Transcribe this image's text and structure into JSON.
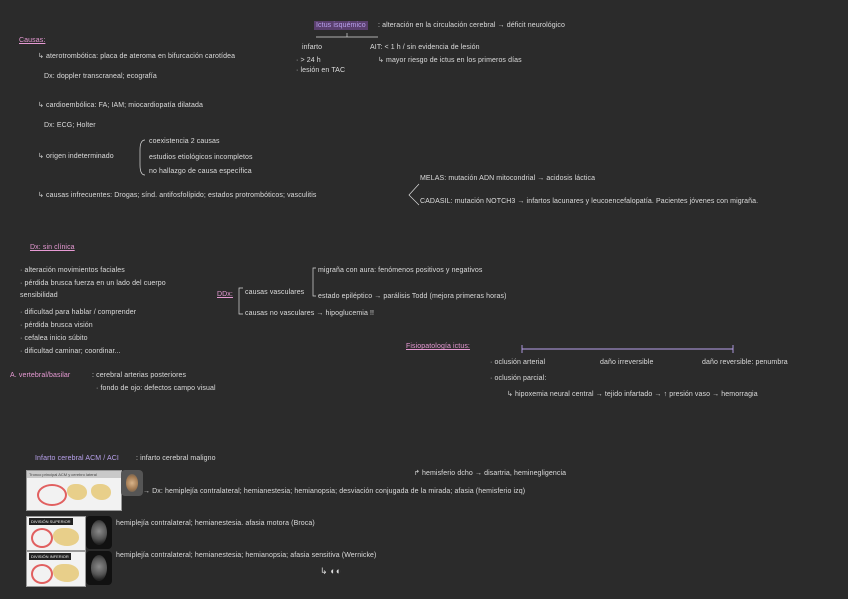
{
  "top_header": {
    "label": "Ictus isquémico",
    "text": ": alteración en la circulación cerebral → déficit neurológico",
    "branch_left_title": "infarto",
    "branch_left_1": "· > 24 h",
    "branch_left_2": "· lesión en TAC",
    "branch_right_title": "AIT: < 1 h / sin evidencia de lesión",
    "branch_right_1": "↳ mayor riesgo de ictus en los primeros días"
  },
  "causas": {
    "title": "Causas:",
    "c1": "↳ aterotrombótica: placa de ateroma en bifurcación carotídea",
    "c1_dx": "Dx: doppler transcraneal; ecografía",
    "c2": "↳ cardioembólica: FA; IAM; miocardiopatía dilatada",
    "c2_dx": "Dx: ECG; Holter",
    "c3": "↳ origen indeterminado",
    "c3_items": [
      "coexistencia 2 causas",
      "estudios etiológicos incompletos",
      "no hallazgo de causa específica"
    ],
    "c4": "↳ causas infrecuentes: Drogas; sínd. antifosfolípido; estados protrombóticos; vasculitis",
    "cadasil_1": "CADASIL: mutación NOTCH3 → infartos lacunares y leucoencefalopatía. Pacientes jóvenes con migraña.",
    "melas": "MELAS: mutación ADN mitocondrial → acidosis láctica"
  },
  "clinica": {
    "title": "Dx: sin clínica",
    "items": [
      "· alteración movimientos faciales",
      "· pérdida brusca fuerza en un lado del cuerpo",
      "      sensibilidad",
      "· dificultad para hablar / comprender",
      "· pérdida brusca visión",
      "· cefalea inicio súbito",
      "· dificultad caminar; coordinar..."
    ],
    "circ_post_label": "A. vertebral/basilar",
    "circ_post_1": ": cerebral arterias posteriores",
    "circ_post_2": "· fondo de ojo: defectos campo visual"
  },
  "ddx": {
    "label": "DDx:",
    "vascular": "causas vasculares",
    "no_vascular": "causas no vasculares → hipoglucemia !!",
    "migrana": "migraña con aura: fenómenos positivos y negativos",
    "epilepsia": "estado epiléptico → parálisis Todd (mejora primeras horas)"
  },
  "fisiopatologia": {
    "title": "Fisiopatología ictus:",
    "oclusion": "· oclusión arterial",
    "dano_irreversible": "daño irreversible",
    "dano_reversible": "daño reversible: penumbra",
    "oclusion_parcial": "· oclusión parcial:",
    "cascade": "↳ hipoxemia neural central → tejido infartado → ↑ presión vaso → hemorragia"
  },
  "infarto": {
    "title": "Infarto cerebral ACM / ACI",
    "title_rest": ": infarto cerebral maligno",
    "hemisferio_dcho": "↱ hemisferio dcho → disartria, heminegligencia",
    "dx_line": "→ Dx: hemiplejía contralateral; hemianestesia; hemianopsia; desviación conjugada de la mirada; afasia (hemisferio izq)",
    "sup_line": "hemiplejía contralateral; hemianestesia. afasia motora (Broca)",
    "inf_line": "hemiplejía contralateral; hemianestesia; hemianopsia; afasia sensitiva (Wernicke)",
    "icons_note": "↳ ◐◐",
    "img1_title": "Tronco principal ACM y cerebro lateral",
    "img2_title": "DIVISIÓN SUPERIOR",
    "img3_title": "DIVISIÓN INFERIOR"
  }
}
